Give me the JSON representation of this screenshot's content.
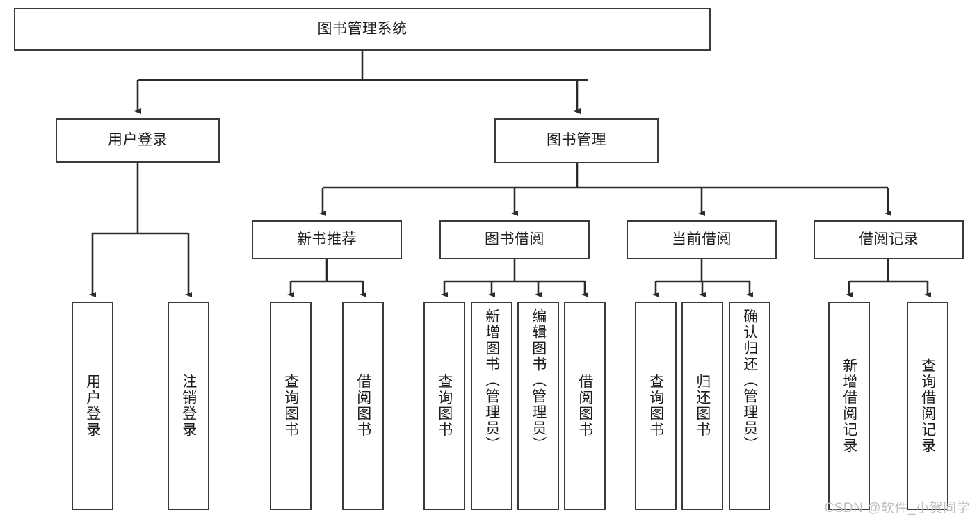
{
  "diagram": {
    "type": "tree",
    "title": "图书管理系统",
    "watermark": "CSDN @软件_小贺同学",
    "colors": {
      "border": "#3a3a3a",
      "text": "#1d1d1d",
      "edge": "#2b2b2b",
      "background": "#ffffff",
      "watermark": "#bfbfbf"
    },
    "nodes": {
      "root": {
        "label": "图书管理系统",
        "level": 0,
        "orientation": "horizontal"
      },
      "user_login": {
        "label": "用户登录",
        "level": 1,
        "orientation": "horizontal"
      },
      "book_manage": {
        "label": "图书管理",
        "level": 1,
        "orientation": "horizontal"
      },
      "new_book_rec": {
        "label": "新书推荐",
        "level": 2,
        "orientation": "horizontal"
      },
      "book_borrow": {
        "label": "图书借阅",
        "level": 2,
        "orientation": "horizontal"
      },
      "current_borrow": {
        "label": "当前借阅",
        "level": 2,
        "orientation": "horizontal"
      },
      "borrow_record": {
        "label": "借阅记录",
        "level": 2,
        "orientation": "horizontal"
      },
      "leaf_user_login": {
        "label": "用户登录",
        "level": 2,
        "orientation": "vertical"
      },
      "leaf_logout": {
        "label": "注销登录",
        "level": 2,
        "orientation": "vertical"
      },
      "leaf_query_book_a": {
        "label": "查询图书",
        "level": 3,
        "orientation": "vertical"
      },
      "leaf_borrow_book_a": {
        "label": "借阅图书",
        "level": 3,
        "orientation": "vertical"
      },
      "leaf_query_book_b": {
        "label": "查询图书",
        "level": 3,
        "orientation": "vertical"
      },
      "leaf_add_book": {
        "label": "新增图书（管理员）",
        "level": 3,
        "orientation": "vertical"
      },
      "leaf_edit_book": {
        "label": "编辑图书（管理员）",
        "level": 3,
        "orientation": "vertical"
      },
      "leaf_borrow_book_b": {
        "label": "借阅图书",
        "level": 3,
        "orientation": "vertical"
      },
      "leaf_query_book_c": {
        "label": "查询图书",
        "level": 3,
        "orientation": "vertical"
      },
      "leaf_return_book": {
        "label": "归还图书",
        "level": 3,
        "orientation": "vertical"
      },
      "leaf_confirm_return": {
        "label": "确认归还（管理员）",
        "level": 3,
        "orientation": "vertical"
      },
      "leaf_add_record": {
        "label": "新增借阅记录",
        "level": 3,
        "orientation": "vertical"
      },
      "leaf_query_record": {
        "label": "查询借阅记录",
        "level": 3,
        "orientation": "vertical"
      }
    },
    "edges": [
      {
        "from": "root",
        "to": "user_login"
      },
      {
        "from": "root",
        "to": "book_manage"
      },
      {
        "from": "user_login",
        "to": "leaf_user_login"
      },
      {
        "from": "user_login",
        "to": "leaf_logout"
      },
      {
        "from": "book_manage",
        "to": "new_book_rec"
      },
      {
        "from": "book_manage",
        "to": "book_borrow"
      },
      {
        "from": "book_manage",
        "to": "current_borrow"
      },
      {
        "from": "book_manage",
        "to": "borrow_record"
      },
      {
        "from": "new_book_rec",
        "to": "leaf_query_book_a"
      },
      {
        "from": "new_book_rec",
        "to": "leaf_borrow_book_a"
      },
      {
        "from": "book_borrow",
        "to": "leaf_query_book_b"
      },
      {
        "from": "book_borrow",
        "to": "leaf_add_book"
      },
      {
        "from": "book_borrow",
        "to": "leaf_edit_book"
      },
      {
        "from": "book_borrow",
        "to": "leaf_borrow_book_b"
      },
      {
        "from": "current_borrow",
        "to": "leaf_query_book_c"
      },
      {
        "from": "current_borrow",
        "to": "leaf_return_book"
      },
      {
        "from": "current_borrow",
        "to": "leaf_confirm_return"
      },
      {
        "from": "borrow_record",
        "to": "leaf_add_record"
      },
      {
        "from": "borrow_record",
        "to": "leaf_query_record"
      }
    ]
  }
}
